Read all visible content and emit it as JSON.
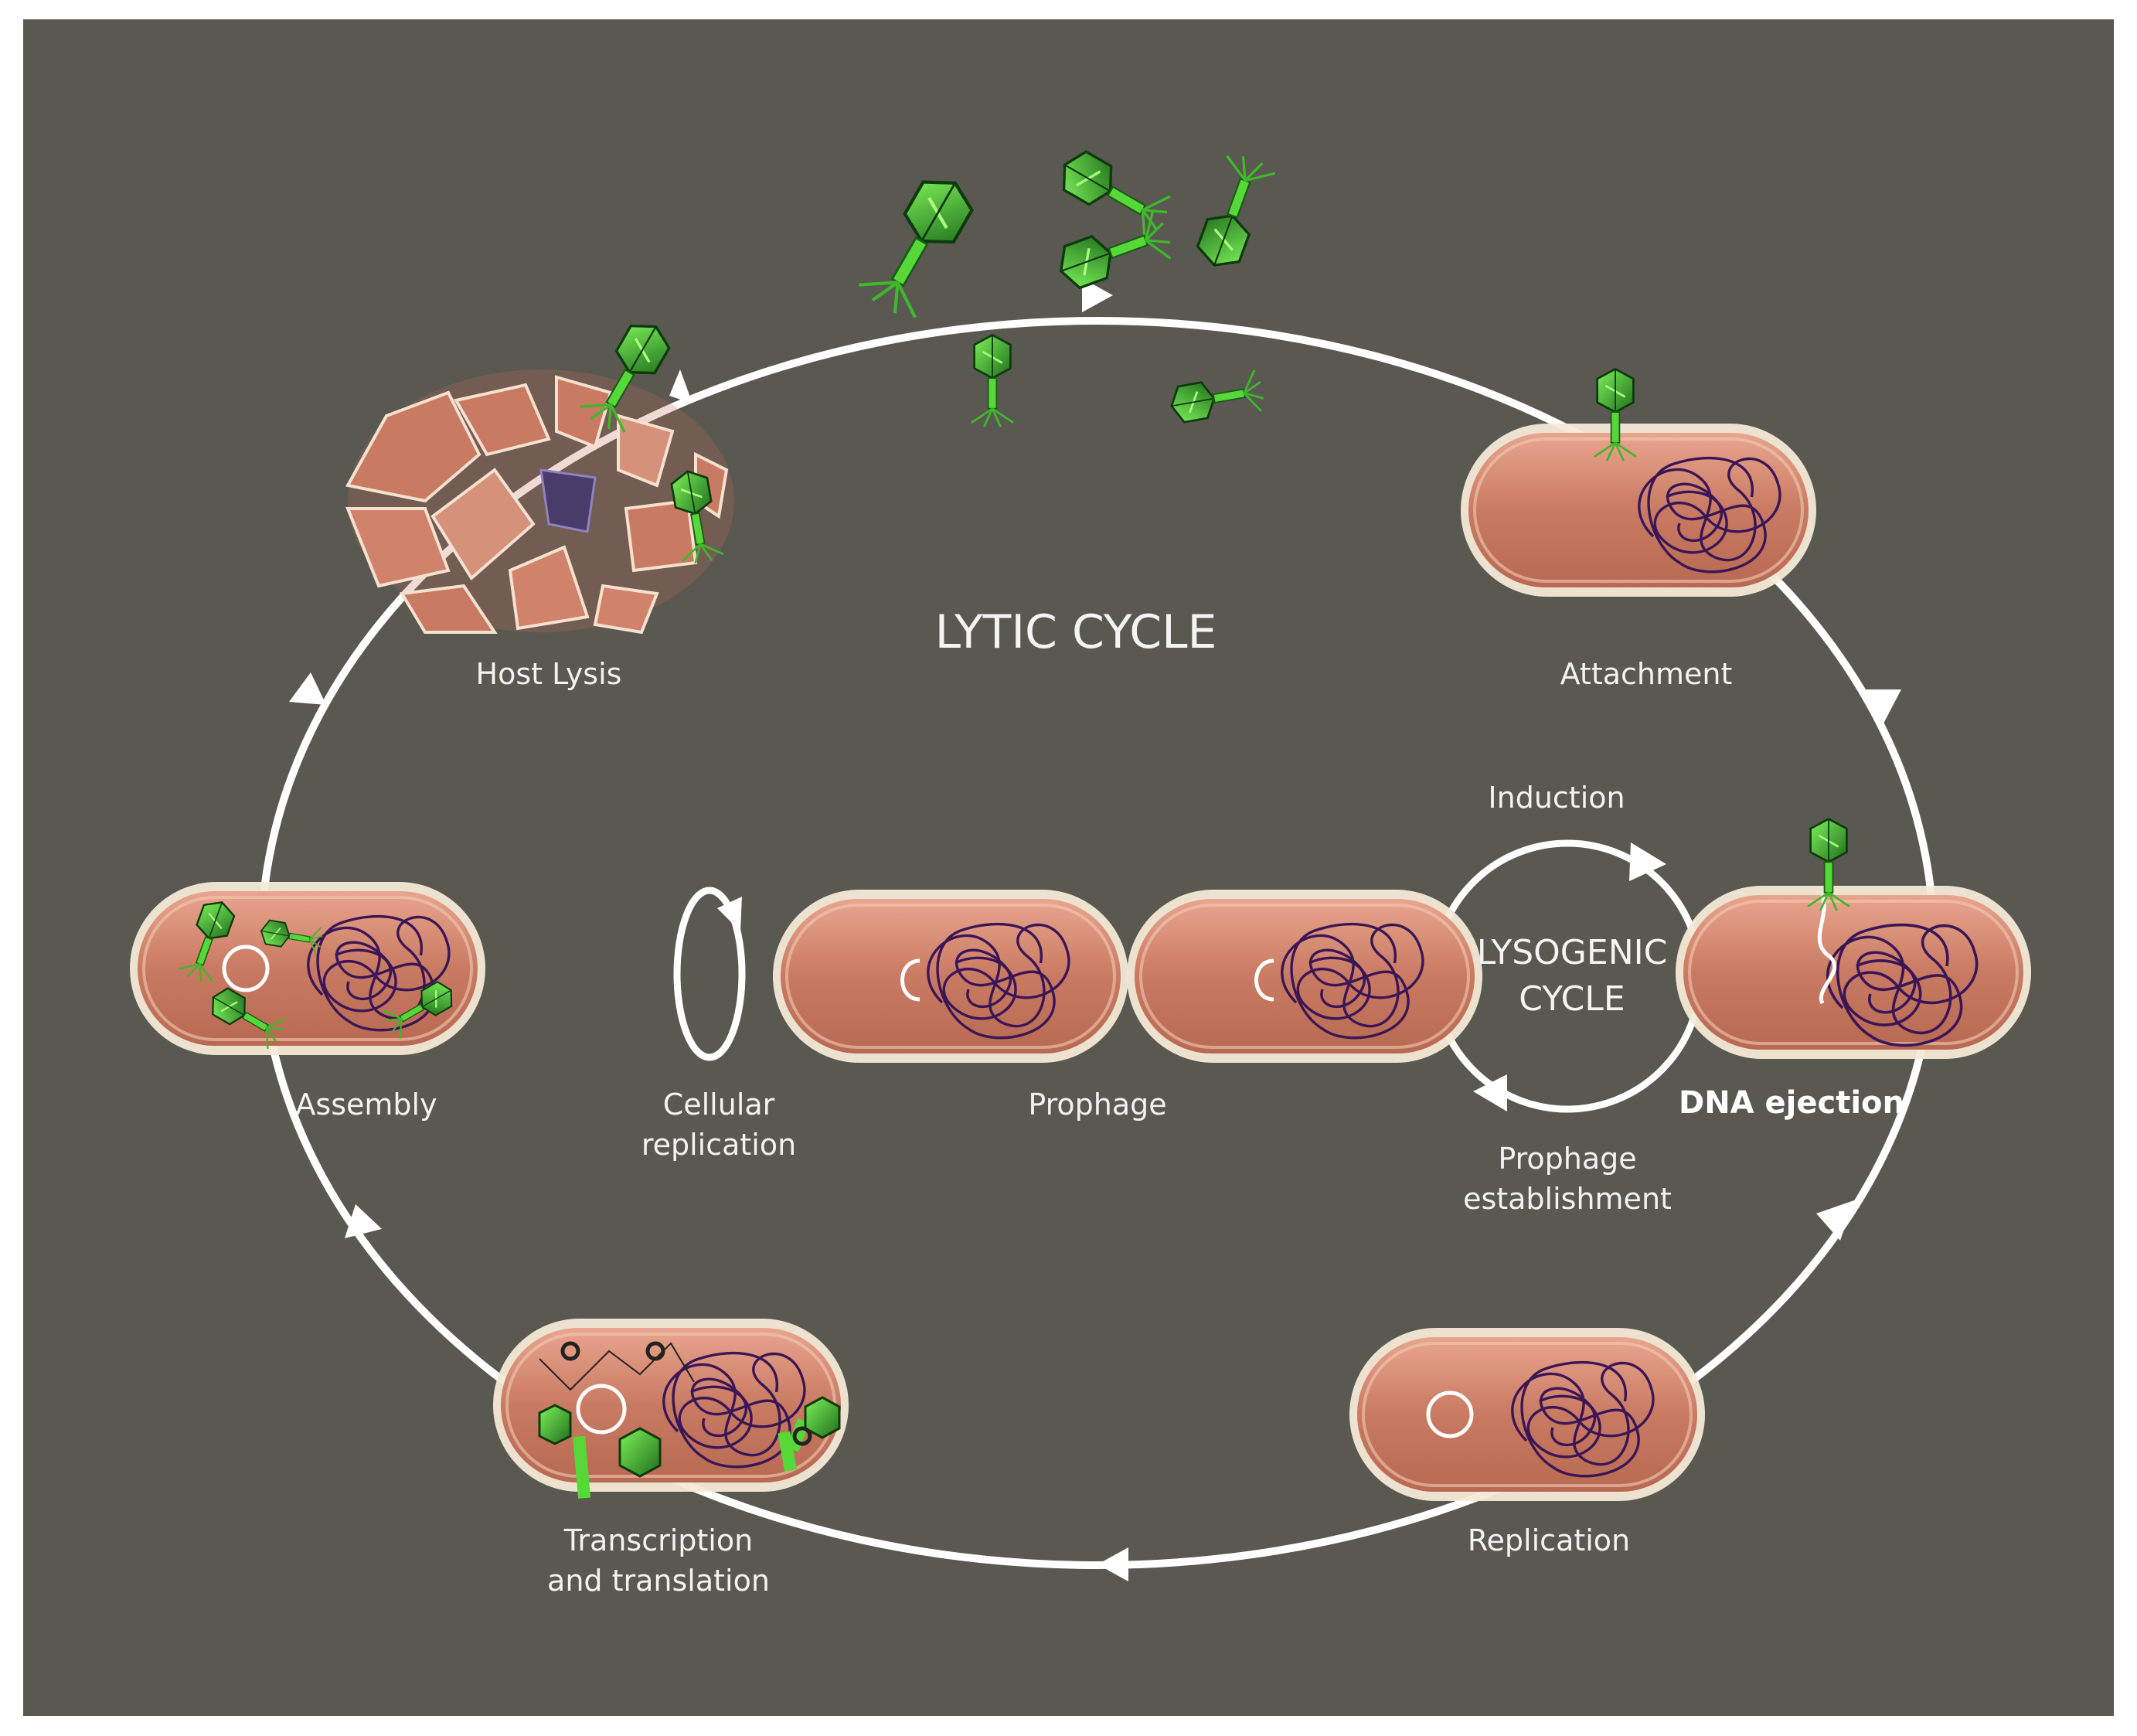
{
  "colors": {
    "background": "#595952",
    "cycle_line": "#ffffff",
    "cell_fill": "#c97a62",
    "cell_rim": "#f3e2cc",
    "dna": "#3b1656",
    "phage": "#2f8f2a",
    "phage_highlight": "#5fe03c"
  },
  "labels": {
    "lytic_title": "LYTIC CYCLE",
    "lysogenic_line1": "LYSOGENIC",
    "lysogenic_line2": "CYCLE",
    "host_lysis": "Host Lysis",
    "attachment": "Attachment",
    "dna_ejection": "DNA ejection",
    "replication": "Replication",
    "transcription_line1": "Transcription",
    "transcription_line2": "and translation",
    "assembly": "Assembly",
    "cellular_replication_line1": "Cellular",
    "cellular_replication_line2": "replication",
    "prophage": "Prophage",
    "induction": "Induction",
    "prophage_establishment_line1": "Prophage",
    "prophage_establishment_line2": "establishment"
  },
  "icons": {
    "phage": "bacteriophage-icon",
    "cell": "bacterial-cell",
    "dna": "chromosome-tangle",
    "plasmid": "phage-dna-circle"
  }
}
